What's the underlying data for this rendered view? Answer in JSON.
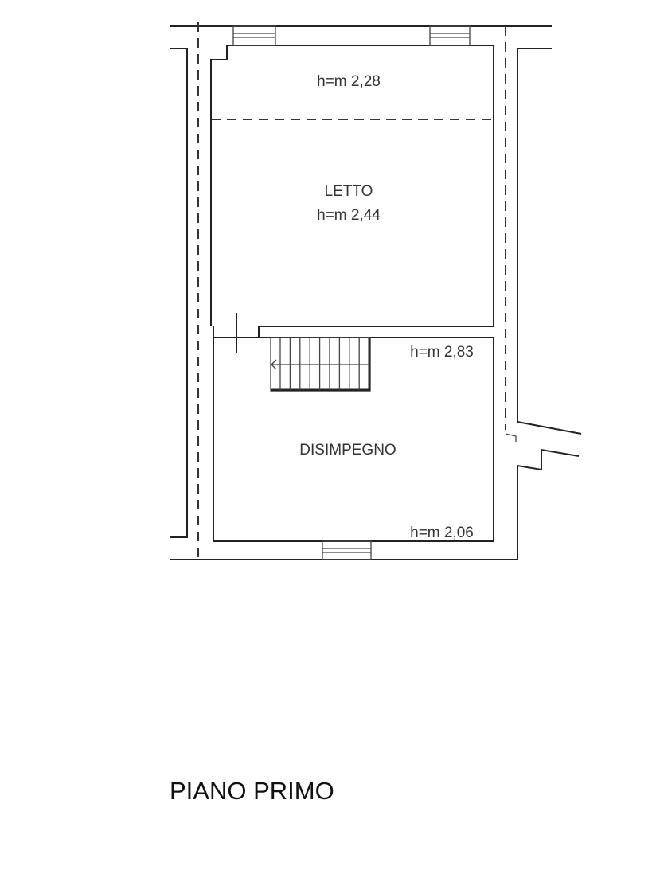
{
  "rooms": {
    "letto": {
      "name": "LETTO",
      "height_top": "h=m 2,28",
      "height_main": "h=m 2,44"
    },
    "disimpegno": {
      "name": "DISIMPEGNO",
      "height_top": "h=m 2,83",
      "height_bottom": "h=m 2,06"
    }
  },
  "title": "PIANO PRIMO"
}
